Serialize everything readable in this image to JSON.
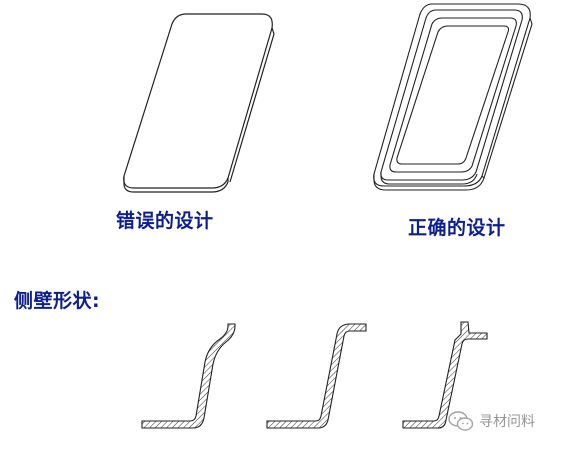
{
  "labels": {
    "wrong_design": "错误的设计",
    "correct_design": "正确的设计",
    "side_wall_shapes": "侧壁形状:"
  },
  "watermark": {
    "text": "寻材问料",
    "icon": "wechat-logo-icon"
  },
  "colors": {
    "label": "#0c1f8c",
    "line": "#222222",
    "watermark": "#8a8a8a"
  }
}
